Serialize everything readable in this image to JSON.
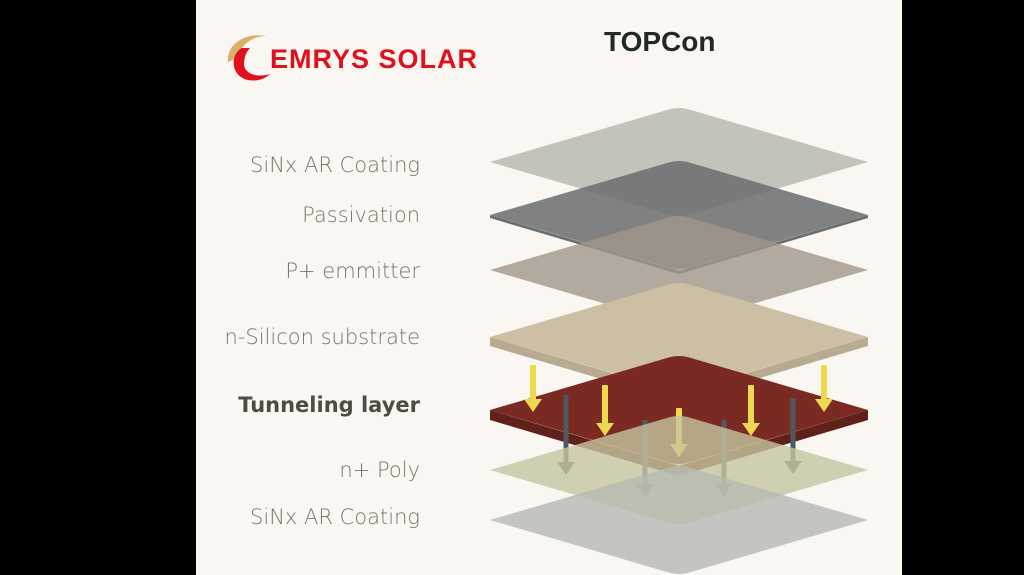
{
  "logo": {
    "text": "EMRYS SOLAR"
  },
  "title": "TOPCon",
  "layers": [
    {
      "label": "SiNx AR Coating",
      "color": "#b9bab3"
    },
    {
      "label": "Passivation",
      "color": "#6b6e6e"
    },
    {
      "label": "P+  emmitter",
      "color": "#a0968a"
    },
    {
      "label": "n-Silicon substrate",
      "color": "#cdbfa3"
    },
    {
      "label": "Tunneling layer",
      "color": "#7a2a22"
    },
    {
      "label": "n+ Poly",
      "color": "#c7c6a0"
    },
    {
      "label": "SiNx AR Coating",
      "color": "#b7b9b3"
    }
  ],
  "arrow_colors": {
    "light": "#ecd94e",
    "carrier": "#4f5a60"
  }
}
